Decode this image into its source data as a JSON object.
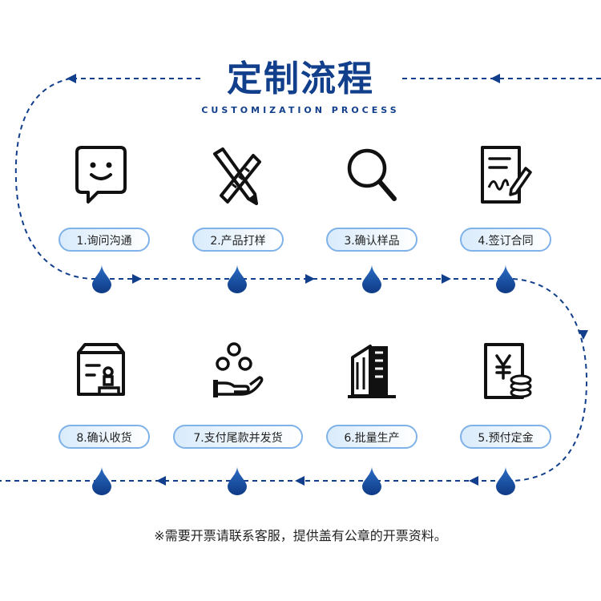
{
  "header": {
    "title": "定制流程",
    "subtitle": "CUSTOMIZATION PROCESS"
  },
  "steps": [
    {
      "label": "1.询问沟通",
      "icon": "chat-bubble-face-icon"
    },
    {
      "label": "2.产品打样",
      "icon": "pencil-ruler-icon"
    },
    {
      "label": "3.确认样品",
      "icon": "magnifier-icon"
    },
    {
      "label": "4.签订合同",
      "icon": "contract-sign-icon"
    },
    {
      "label": "5.预付定金",
      "icon": "yen-bill-coins-icon"
    },
    {
      "label": "6.批量生产",
      "icon": "factory-building-icon"
    },
    {
      "label": "7.支付尾款并发货",
      "icon": "hand-coins-icon"
    },
    {
      "label": "8.确认收货",
      "icon": "package-stamp-icon"
    }
  ],
  "footer": {
    "note": "※需要开票请联系客服，提供盖有公章的开票资料。"
  },
  "colors": {
    "primary": "#123f8c",
    "pill_border": "#7fb2e8",
    "pill_fill": "#d9ebfb"
  }
}
